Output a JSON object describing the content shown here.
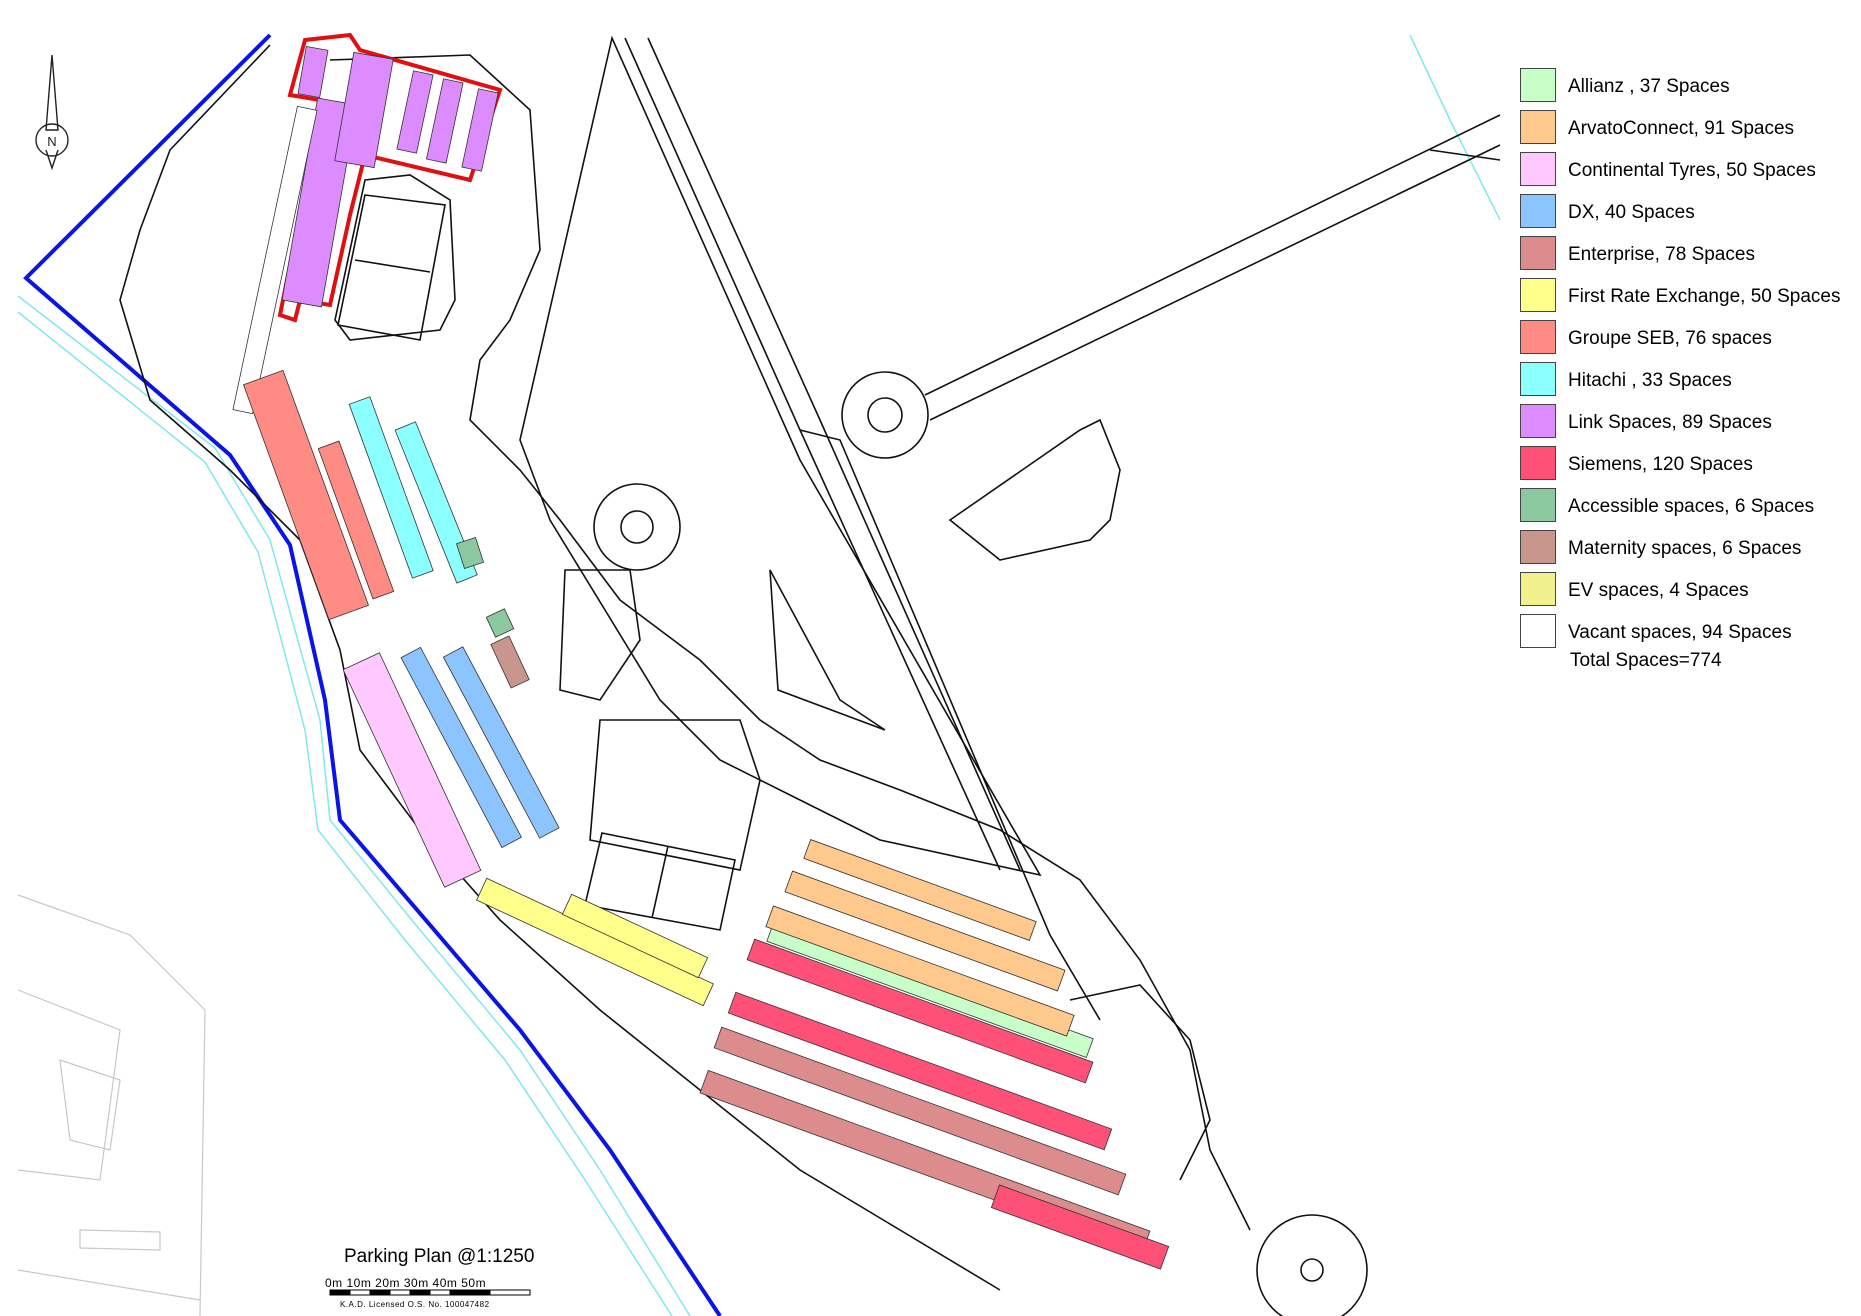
{
  "legend": {
    "items": [
      {
        "label": "Allianz , 37 Spaces",
        "color": "#c8ffc8"
      },
      {
        "label": "ArvatoConnect, 91 Spaces",
        "color": "#ffc88c"
      },
      {
        "label": "Continental Tyres, 50 Spaces",
        "color": "#ffc8ff"
      },
      {
        "label": "DX, 40 Spaces",
        "color": "#8cc4ff"
      },
      {
        "label": "Enterprise, 78 Spaces",
        "color": "#dc8c8c"
      },
      {
        "label": "First Rate Exchange, 50 Spaces",
        "color": "#ffff8c"
      },
      {
        "label": "Groupe SEB, 76 spaces",
        "color": "#ff8c84"
      },
      {
        "label": "Hitachi , 33 Spaces",
        "color": "#8cffff"
      },
      {
        "label": "Link Spaces, 89 Spaces",
        "color": "#dc8cff"
      },
      {
        "label": "Siemens, 120 Spaces",
        "color": "#ff5078"
      },
      {
        "label": "Accessible spaces, 6 Spaces",
        "color": "#8cc8a0"
      },
      {
        "label": "Maternity spaces, 6 Spaces",
        "color": "#c8968c"
      },
      {
        "label": "EV spaces, 4 Spaces",
        "color": "#f0f08c"
      },
      {
        "label": "Vacant spaces, 94 Spaces",
        "color": "#ffffff"
      }
    ],
    "total": "Total Spaces=774"
  },
  "plan": {
    "title": "Parking Plan @1:1250",
    "scale_labels": "0m   10m   20m   30m   40m   50m",
    "license": "K.A.D.  Licensed  O.S.  No.  100047482"
  },
  "north_arrow": {
    "letter": "N",
    "icon": "north-arrow-icon"
  }
}
